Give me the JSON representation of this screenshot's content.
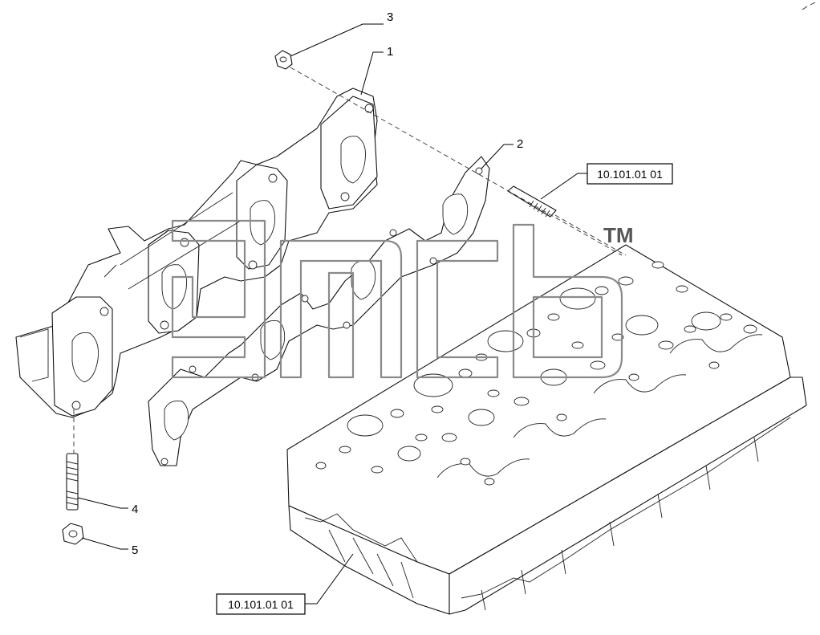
{
  "callouts": {
    "c1": "1",
    "c2": "2",
    "c3": "3",
    "c4": "4",
    "c5": "5"
  },
  "references": {
    "upper": "10.101.01 01",
    "lower": "10.101.01 01"
  },
  "watermark": {
    "trademark": "TM",
    "color": "#8a8a8a"
  },
  "parts": [
    {
      "callout": "1",
      "icon": "exhaust-manifold-icon"
    },
    {
      "callout": "2",
      "icon": "gasket-icon"
    },
    {
      "callout": "3",
      "icon": "nut-icon"
    },
    {
      "callout": "4",
      "icon": "stud-icon"
    },
    {
      "callout": "5",
      "icon": "nut-icon"
    }
  ],
  "colors": {
    "line": "#111111",
    "background": "#ffffff"
  }
}
